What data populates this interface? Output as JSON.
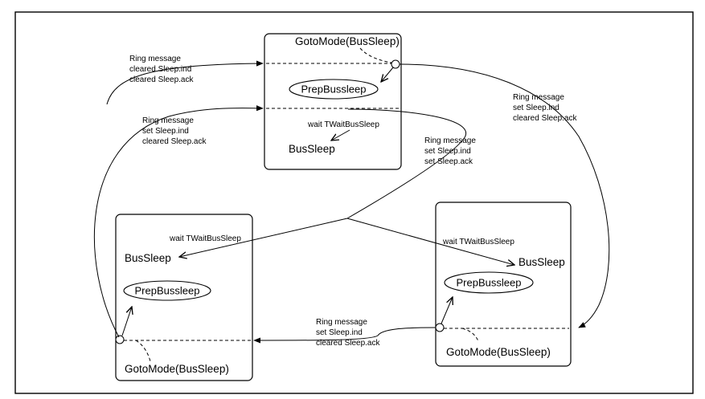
{
  "states": {
    "top": {
      "title": "GotoMode(BusSleep)",
      "prep": "PrepBussleep",
      "wait": "wait TWaitBusSleep",
      "bussleep": "BusSleep"
    },
    "left": {
      "wait": "wait TWaitBusSleep",
      "bussleep": "BusSleep",
      "prep": "PrepBussleep",
      "title": "GotoMode(BusSleep)"
    },
    "right": {
      "wait": "wait TWaitBusSleep",
      "bussleep": "BusSleep",
      "prep": "PrepBussleep",
      "title": "GotoMode(BusSleep)"
    }
  },
  "messages": {
    "top_in_cleared": [
      "Ring message",
      "cleared Sleep.ind",
      "cleared Sleep.ack"
    ],
    "top_in_set": [
      "Ring message",
      "set Sleep.ind",
      "cleared Sleep.ack"
    ],
    "right_out": [
      "Ring message",
      "set Sleep.ind",
      "cleared Sleep.ack"
    ],
    "middle_set": [
      "Ring message",
      "set Sleep.ind",
      "set Sleep.ack"
    ],
    "bottom_to_left": [
      "Ring message",
      "set Sleep.ind",
      "cleared Sleep.ack"
    ]
  }
}
